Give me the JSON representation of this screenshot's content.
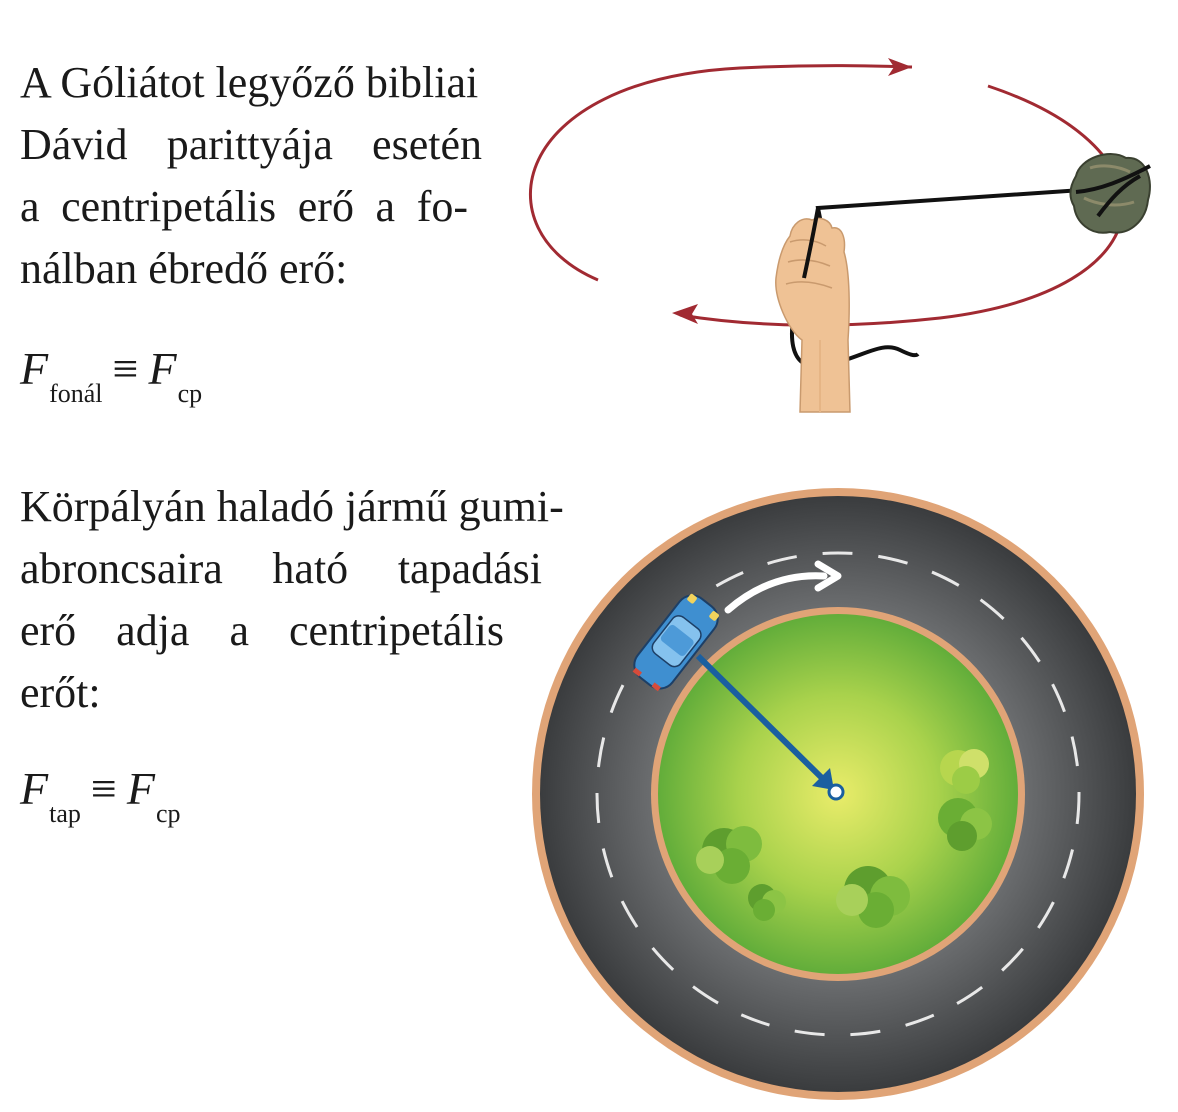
{
  "sling": {
    "lines": [
      "A Góliátot legyőző bibliai",
      "Dávid parittyája esetén",
      "a centripetális erő a fo-",
      "nálban ébredő erő:"
    ],
    "formula": {
      "left_var": "F",
      "left_sub": "fonál",
      "operator": "≡",
      "right_var": "F",
      "right_sub": "cp"
    }
  },
  "track": {
    "lines": [
      "Körpályán haladó jármű gumi-",
      "abroncsaira ható tapadási",
      "erő adja a centripetális",
      "erőt:"
    ],
    "formula": {
      "left_var": "F",
      "left_sub": "tap",
      "operator": "≡",
      "right_var": "F",
      "right_sub": "cp"
    }
  },
  "colors": {
    "orbit": "#a12a32",
    "road": "#4a4c4e",
    "grass": "#7cbf3a",
    "curb": "#e0a477",
    "force_arrow": "#1a5fa0",
    "car": "#3f8fd0"
  },
  "icons": [
    "hand-icon",
    "stone-icon",
    "car-icon",
    "bush-icon"
  ]
}
